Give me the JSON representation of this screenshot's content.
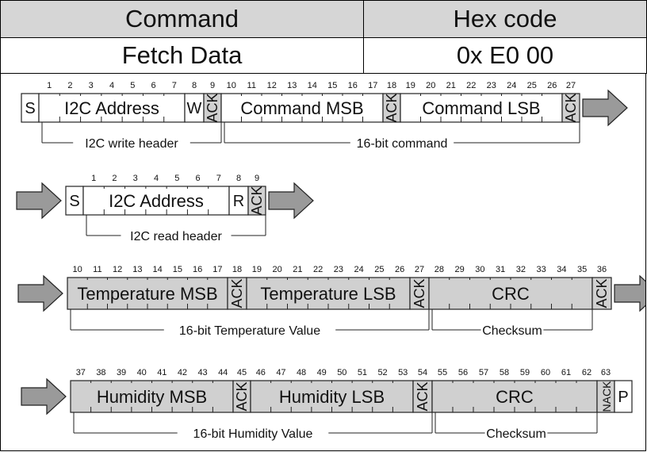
{
  "header": {
    "col_command": "Command",
    "col_hex": "Hex code",
    "command": "Fetch Data",
    "hex": "0x E0 00"
  },
  "colors": {
    "gray_fill": "#d0d0d0",
    "white_fill": "#ffffff",
    "arrow_fill": "#9a9a9a"
  },
  "rows": [
    {
      "segments": [
        {
          "type": "start",
          "label": "S"
        },
        {
          "type": "field",
          "label": "I2C Address",
          "bits": 7,
          "gray": false
        },
        {
          "type": "flag",
          "label": "W",
          "gray": false
        },
        {
          "type": "ack",
          "label": "ACK"
        },
        {
          "type": "field",
          "label": "Command MSB",
          "bits": 8,
          "gray": false
        },
        {
          "type": "ack",
          "label": "ACK"
        },
        {
          "type": "field",
          "label": "Command LSB",
          "bits": 8,
          "gray": false
        },
        {
          "type": "ack",
          "label": "ACK"
        }
      ],
      "numbers": [
        "1",
        "2",
        "3",
        "4",
        "5",
        "6",
        "7",
        "8",
        "9",
        "10",
        "11",
        "12",
        "13",
        "14",
        "15",
        "16",
        "17",
        "18",
        "19",
        "20",
        "21",
        "22",
        "23",
        "24",
        "25",
        "26",
        "27"
      ],
      "groups": [
        {
          "label": "I2C write header",
          "from": 1,
          "to": 3
        },
        {
          "label": "16-bit command",
          "from": 4,
          "to": 7
        }
      ]
    },
    {
      "segments": [
        {
          "type": "start",
          "label": "S"
        },
        {
          "type": "field",
          "label": "I2C Address",
          "bits": 7,
          "gray": false
        },
        {
          "type": "flag",
          "label": "R",
          "gray": false
        },
        {
          "type": "ack",
          "label": "ACK"
        }
      ],
      "numbers": [
        "1",
        "2",
        "3",
        "4",
        "5",
        "6",
        "7",
        "8",
        "9"
      ],
      "groups": [
        {
          "label": "I2C read header",
          "from": 1,
          "to": 3
        }
      ]
    },
    {
      "segments": [
        {
          "type": "field",
          "label": "Temperature MSB",
          "bits": 8,
          "gray": true
        },
        {
          "type": "ack",
          "label": "ACK"
        },
        {
          "type": "field",
          "label": "Temperature LSB",
          "bits": 8,
          "gray": true
        },
        {
          "type": "ack",
          "label": "ACK"
        },
        {
          "type": "field",
          "label": "CRC",
          "bits": 8,
          "gray": true
        },
        {
          "type": "ack",
          "label": "ACK"
        }
      ],
      "numbers": [
        "10",
        "11",
        "12",
        "13",
        "14",
        "15",
        "16",
        "17",
        "18",
        "19",
        "20",
        "21",
        "22",
        "23",
        "24",
        "25",
        "26",
        "27",
        "28",
        "29",
        "30",
        "31",
        "32",
        "33",
        "34",
        "35",
        "36"
      ],
      "groups": [
        {
          "label": "16-bit Temperature Value",
          "from": 0,
          "to": 3
        },
        {
          "label": "Checksum",
          "from": 4,
          "to": 4
        }
      ]
    },
    {
      "segments": [
        {
          "type": "field",
          "label": "Humidity MSB",
          "bits": 8,
          "gray": true
        },
        {
          "type": "ack",
          "label": "ACK"
        },
        {
          "type": "field",
          "label": "Humidity LSB",
          "bits": 8,
          "gray": true
        },
        {
          "type": "ack",
          "label": "ACK"
        },
        {
          "type": "field",
          "label": "CRC",
          "bits": 8,
          "gray": true
        },
        {
          "type": "ack",
          "label": "NACK"
        },
        {
          "type": "stop",
          "label": "P"
        }
      ],
      "numbers": [
        "37",
        "38",
        "39",
        "40",
        "41",
        "42",
        "43",
        "44",
        "45",
        "46",
        "47",
        "48",
        "49",
        "50",
        "51",
        "52",
        "53",
        "54",
        "55",
        "56",
        "57",
        "58",
        "59",
        "60",
        "61",
        "62",
        "63"
      ],
      "groups": [
        {
          "label": "16-bit Humidity Value",
          "from": 0,
          "to": 3
        },
        {
          "label": "Checksum",
          "from": 4,
          "to": 4
        }
      ]
    }
  ]
}
